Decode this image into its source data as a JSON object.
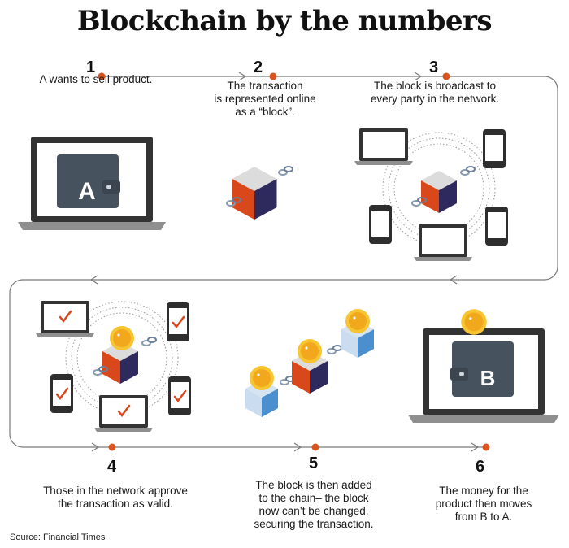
{
  "title": "Blockchain by the numbers",
  "steps": [
    {
      "num": "1",
      "caption": "A wants to sell product."
    },
    {
      "num": "2",
      "caption": "The transaction\nis represented online\nas a “block”."
    },
    {
      "num": "3",
      "caption": "The block is broadcast to\nevery party in the network."
    },
    {
      "num": "4",
      "caption": "Those in the network approve\nthe transaction as valid."
    },
    {
      "num": "5",
      "caption": "The block is then added\nto the chain– the block\nnow can’t be changed,\nsecuring the transaction."
    },
    {
      "num": "6",
      "caption": "The money for the\nproduct then moves\nfrom B to A."
    }
  ],
  "wallet_a": "A",
  "wallet_b": "B",
  "source": "Source: Financial Times",
  "colors": {
    "accent": "#d9541e",
    "cube_top": "#d9d9d9",
    "cube_left": "#d9481b",
    "cube_right": "#2f2a5e",
    "cube_blue": "#4b8fce",
    "coin": "#f4b321",
    "device": "#3c3c3c",
    "wallet": "#46525e",
    "check": "#d9481b"
  }
}
